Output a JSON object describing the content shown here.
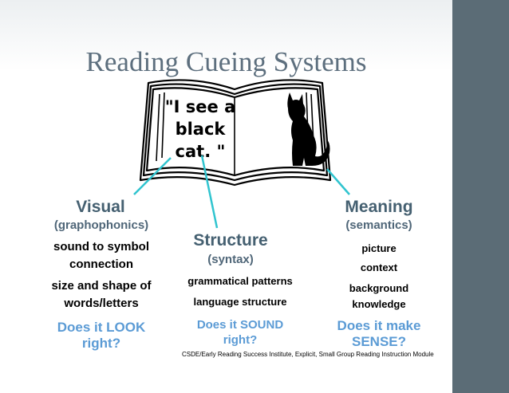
{
  "title": "Reading Cueing Systems",
  "quote": [
    "\"I see a",
    "black",
    "cat. \""
  ],
  "visual": {
    "heading": "Visual",
    "sub": "(graphophonics)",
    "item1": [
      "sound to symbol",
      "connection"
    ],
    "item2": [
      "size and shape of",
      "words/letters"
    ],
    "question": [
      "Does it LOOK",
      "right?"
    ]
  },
  "structure": {
    "heading": "Structure",
    "sub": "(syntax)",
    "item1": "grammatical patterns",
    "item2": "language structure",
    "question": [
      "Does it SOUND",
      "right?"
    ]
  },
  "meaning": {
    "heading": "Meaning",
    "sub": "(semantics)",
    "item1": "picture",
    "item2": "context",
    "item3": [
      "background",
      "knowledge"
    ],
    "question": [
      "Does it make",
      "SENSE?"
    ]
  },
  "credit": "CSDE/Early Reading Success Institute, Explicit, Small Group Reading Instruction Module",
  "colors": {
    "title": "#5d6f7e",
    "heading": "#456071",
    "question": "#5b9bd5",
    "connector": "#30c4cf",
    "sidebar": "#5b6c76"
  },
  "icons": [
    "open-book-icon",
    "black-cat-icon"
  ]
}
